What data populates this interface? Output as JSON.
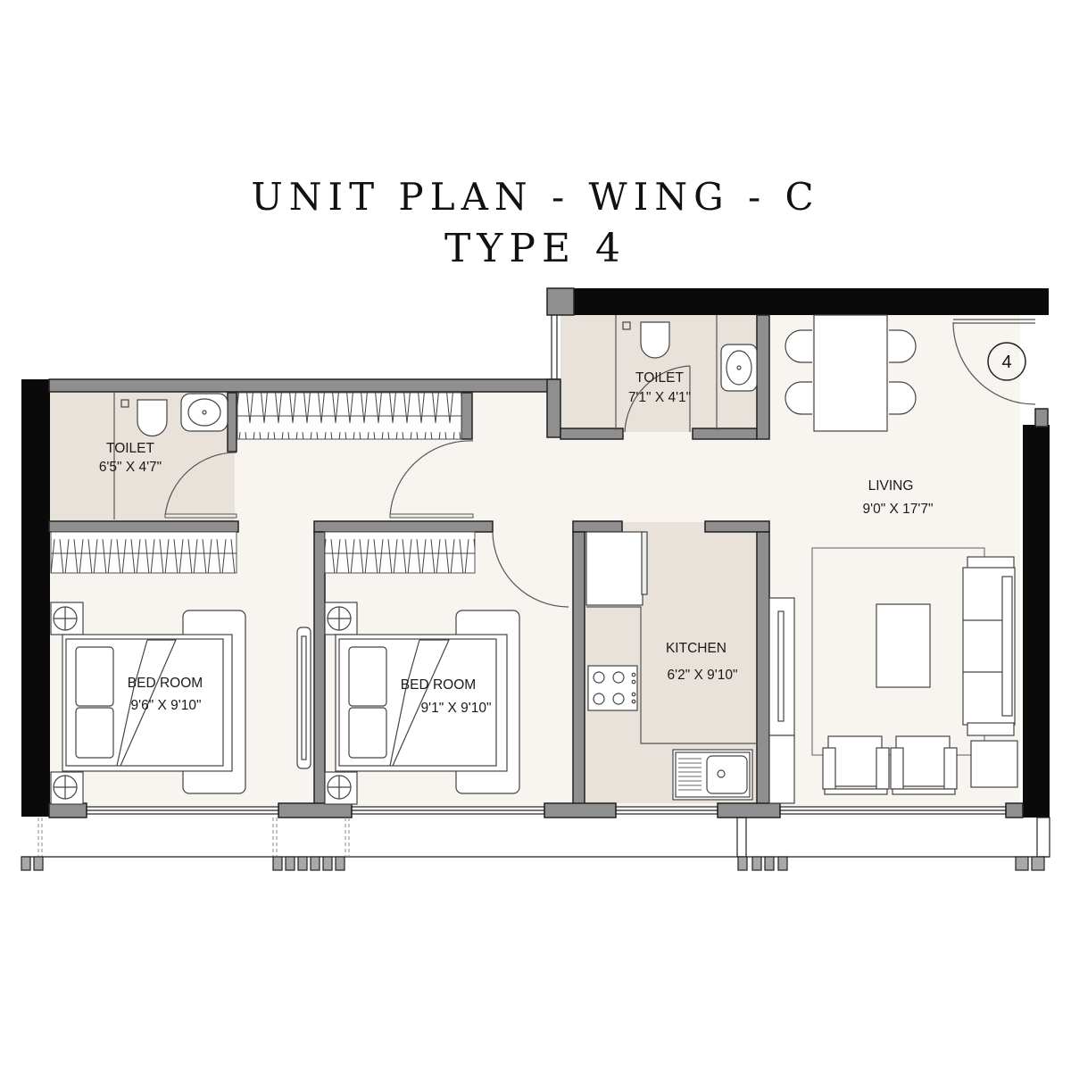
{
  "header": {
    "title_line1": "UNIT PLAN - WING - C",
    "title_line2": "TYPE 4"
  },
  "unit_marker": "4",
  "rooms": {
    "toilet_1": {
      "name": "TOILET",
      "size": "6'5\" X 4'7\""
    },
    "toilet_2": {
      "name": "TOILET",
      "size": "7'1\" X 4'1\""
    },
    "living": {
      "name": "LIVING",
      "size": "9'0\" X 17'7\""
    },
    "bedroom_1": {
      "name": "BED ROOM",
      "size": "9'6\" X 9'10\""
    },
    "bedroom_2": {
      "name": "BED ROOM",
      "size": "9'1\" X 9'10\""
    },
    "kitchen": {
      "name": "KITCHEN",
      "size": "6'2\" X 9'10\""
    }
  },
  "colors": {
    "floor": "#f8f5f1",
    "wet_floor": "#e8e2da",
    "wall_grey": "#8f8f8f",
    "wall_black": "#0a0a0a",
    "line": "#333333"
  }
}
